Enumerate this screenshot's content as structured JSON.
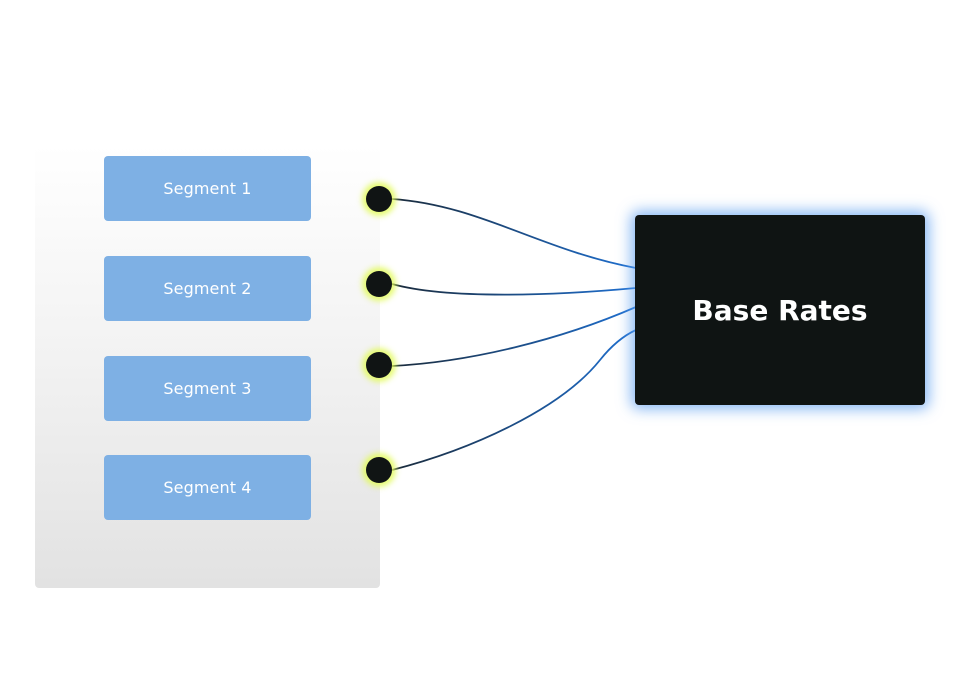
{
  "diagram": {
    "segments": [
      {
        "label": "Segment 1"
      },
      {
        "label": "Segment 2"
      },
      {
        "label": "Segment 3"
      },
      {
        "label": "Segment 4"
      }
    ],
    "target": {
      "label": "Base Rates"
    },
    "connections": [
      {
        "from": "Segment 1",
        "to": "Base Rates"
      },
      {
        "from": "Segment 2",
        "to": "Base Rates"
      },
      {
        "from": "Segment 3",
        "to": "Base Rates"
      },
      {
        "from": "Segment 4",
        "to": "Base Rates"
      }
    ],
    "colors": {
      "segment_fill": "#7eb0e4",
      "target_fill": "#0f1413",
      "target_glow": "#60a0f0",
      "port_fill": "#101414",
      "port_glow": "#e2fa5a",
      "link_start": "#1a2a3a",
      "link_end": "#1e6fd0"
    }
  }
}
